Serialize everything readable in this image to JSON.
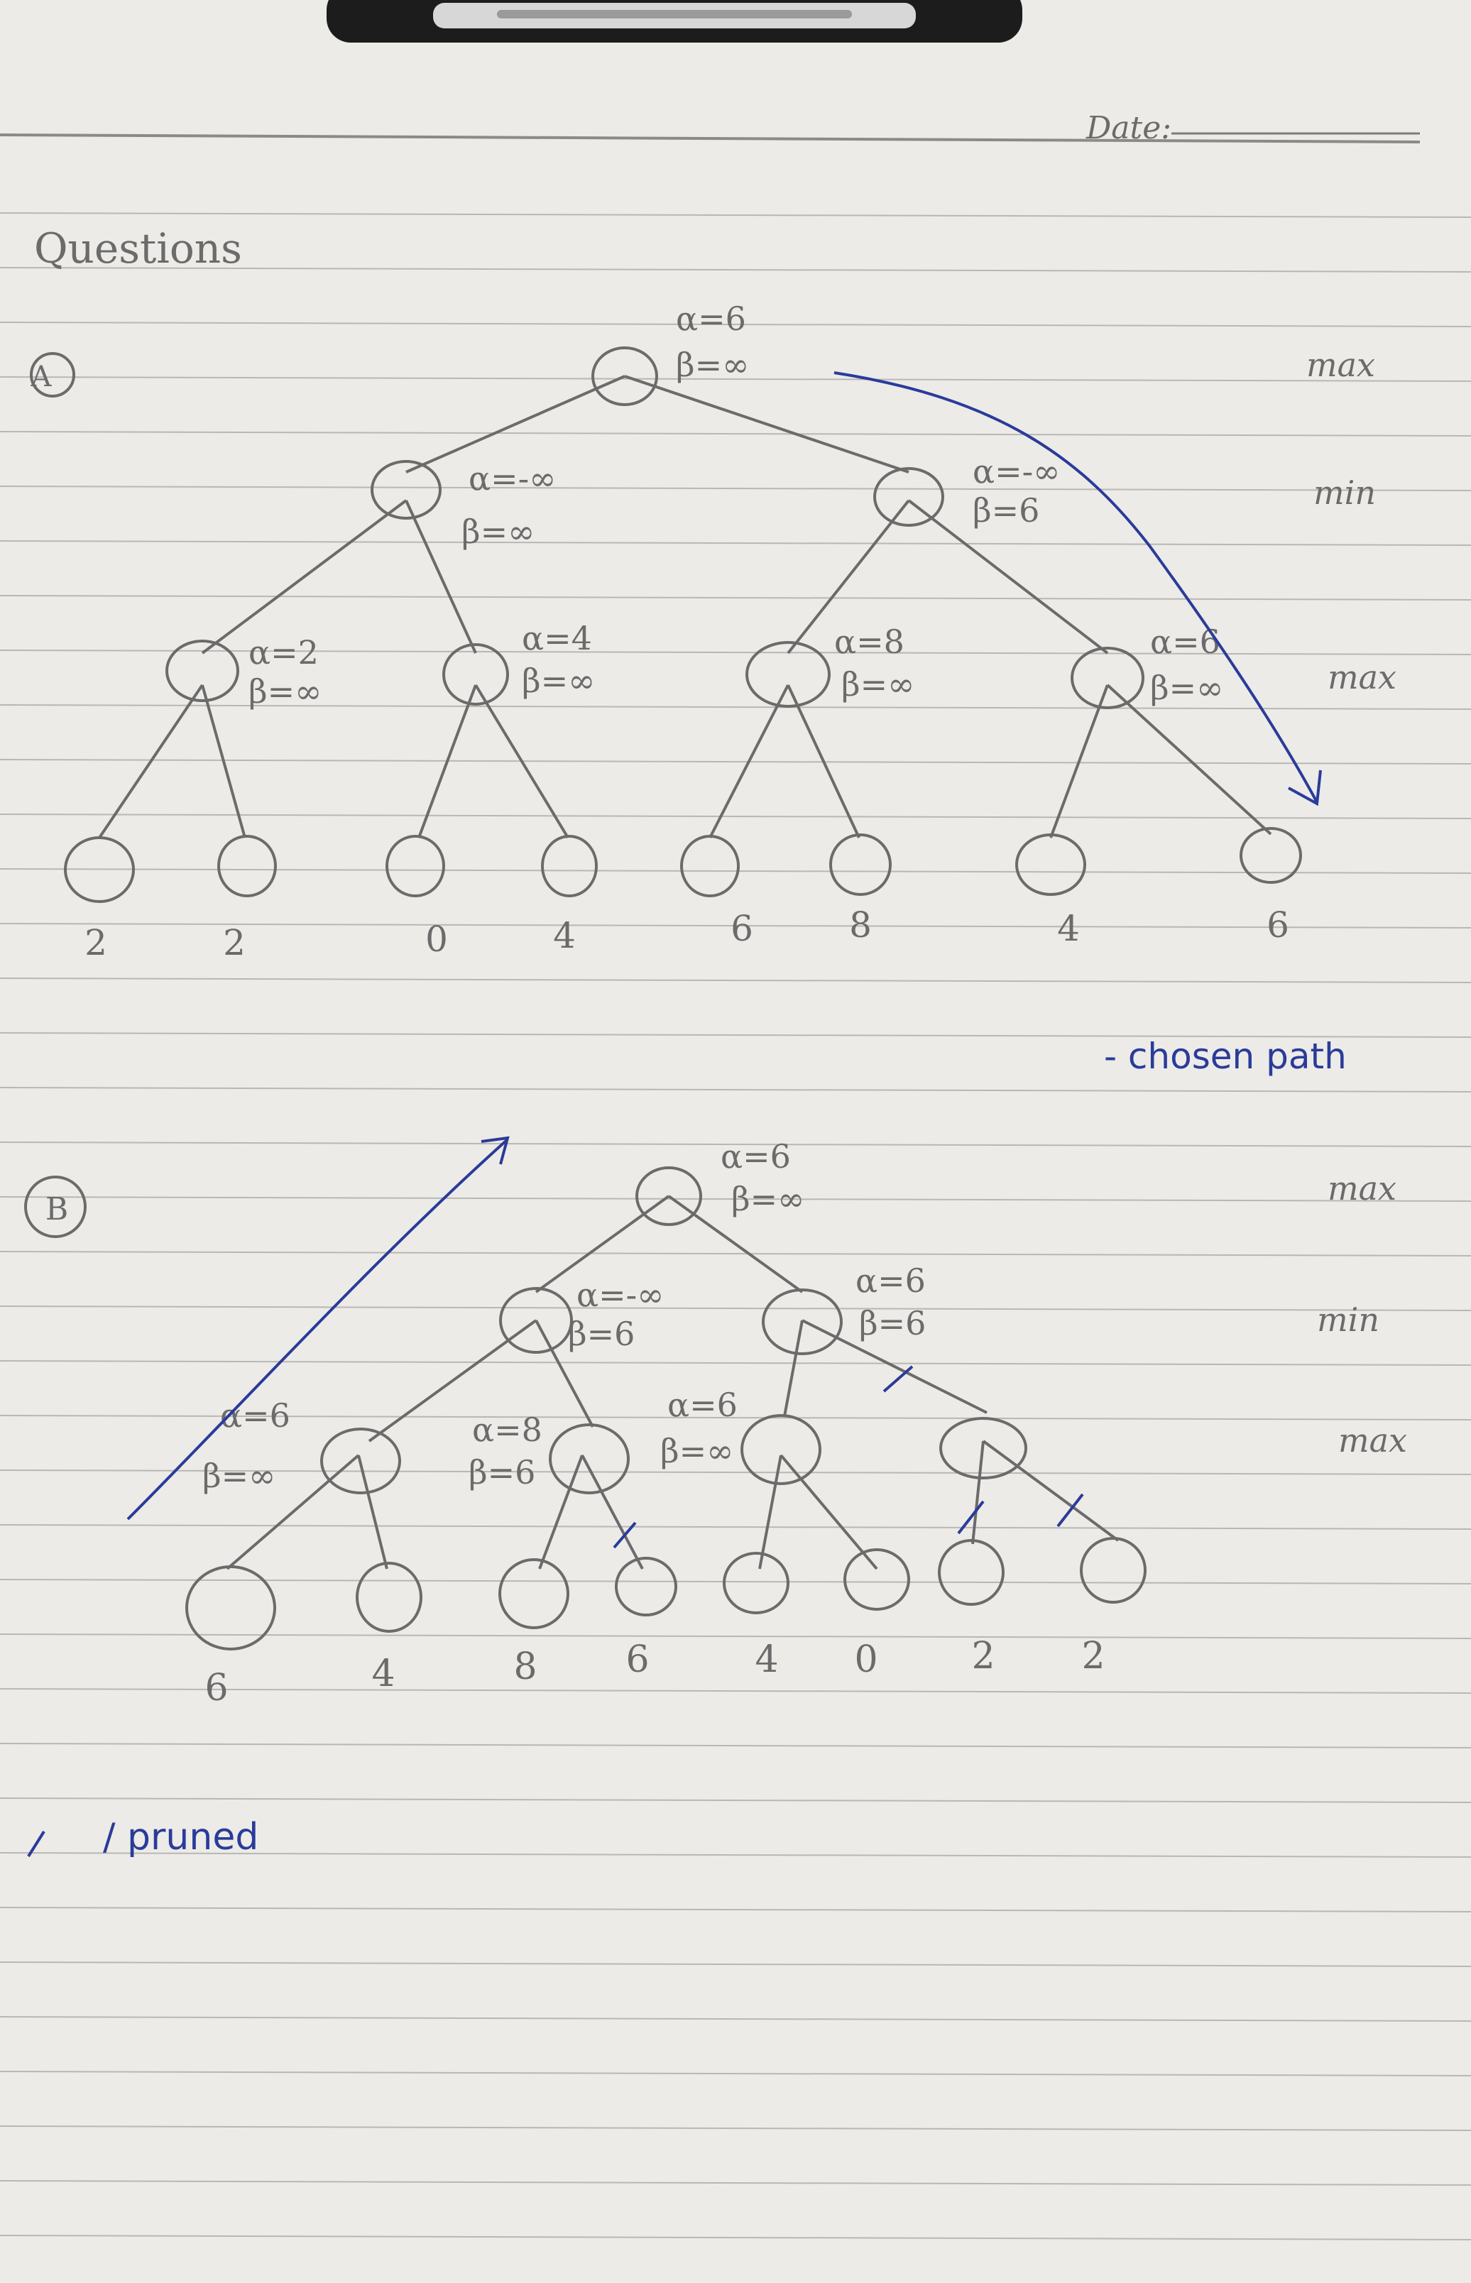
{
  "paper": {
    "date_label": "Date:",
    "question_title": "Questions"
  },
  "part_a": {
    "label": "A",
    "levels": [
      "max",
      "min",
      "max"
    ],
    "root": {
      "alpha": "α=6",
      "beta": "β=∞"
    },
    "min_nodes": [
      {
        "alpha": "α=-∞",
        "beta": "β=∞"
      },
      {
        "alpha": "α=-∞",
        "beta": "β=6"
      }
    ],
    "max_nodes": [
      {
        "alpha": "α=2",
        "beta": "β=∞"
      },
      {
        "alpha": "α=4",
        "beta": "β=∞"
      },
      {
        "alpha": "α=8",
        "beta": "β=∞"
      },
      {
        "alpha": "α=6",
        "beta": "β=∞"
      }
    ],
    "leaves": [
      "2",
      "2",
      "0",
      "4",
      "6",
      "8",
      "4",
      "6"
    ],
    "legend": "- chosen path"
  },
  "part_b": {
    "label": "B",
    "levels": [
      "max",
      "min",
      "max"
    ],
    "root": {
      "alpha": "α=6",
      "beta": "β=∞"
    },
    "min_nodes": [
      {
        "alpha": "α=-∞",
        "beta": "β=6"
      },
      {
        "alpha": "α=6",
        "beta": "β=6"
      }
    ],
    "max_nodes": [
      {
        "alpha": "α=6",
        "beta": "β=∞"
      },
      {
        "alpha": "α=8",
        "beta": "β=6"
      },
      {
        "alpha": "α=6",
        "beta": "β=∞"
      }
    ],
    "leaves": [
      "6",
      "4",
      "8",
      "6",
      "4",
      "0",
      "2",
      "2"
    ],
    "legend": "/ pruned"
  },
  "colors": {
    "paper": "#ecebe7",
    "rule_line": "#b9b7b3",
    "pencil": "#6b6b6b",
    "ink": "#2a3b9a",
    "clip": "#1c1c1c"
  }
}
